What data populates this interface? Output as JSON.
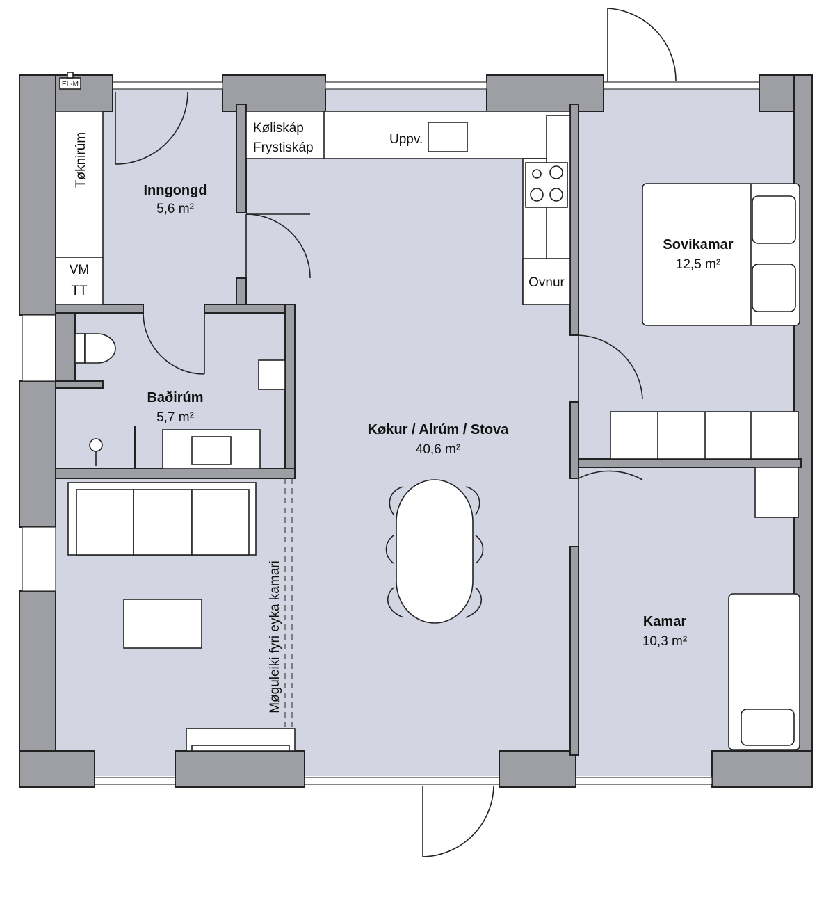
{
  "rooms": {
    "entrance": {
      "name": "Inngongd",
      "area": "5,6 m²"
    },
    "bathroom": {
      "name": "Baðirúm",
      "area": "5,7 m²"
    },
    "living": {
      "name": "Køkur / Alrúm / Stova",
      "area": "40,6 m²"
    },
    "bedroom": {
      "name": "Sovikamar",
      "area": "12,5 m²"
    },
    "room": {
      "name": "Kamar",
      "area": "10,3 m²"
    }
  },
  "fixtures": {
    "technical_room": "Tøknirúm",
    "washing_machine": "VM",
    "dryer": "TT",
    "fridge": "Køliskáp",
    "freezer": "Frystiskáp",
    "dishwasher": "Uppv.",
    "oven": "Ovnur",
    "electric_meter": "EL-M"
  },
  "annotations": {
    "extra_room_option": "Møguleiki fyri eyka kamari"
  }
}
